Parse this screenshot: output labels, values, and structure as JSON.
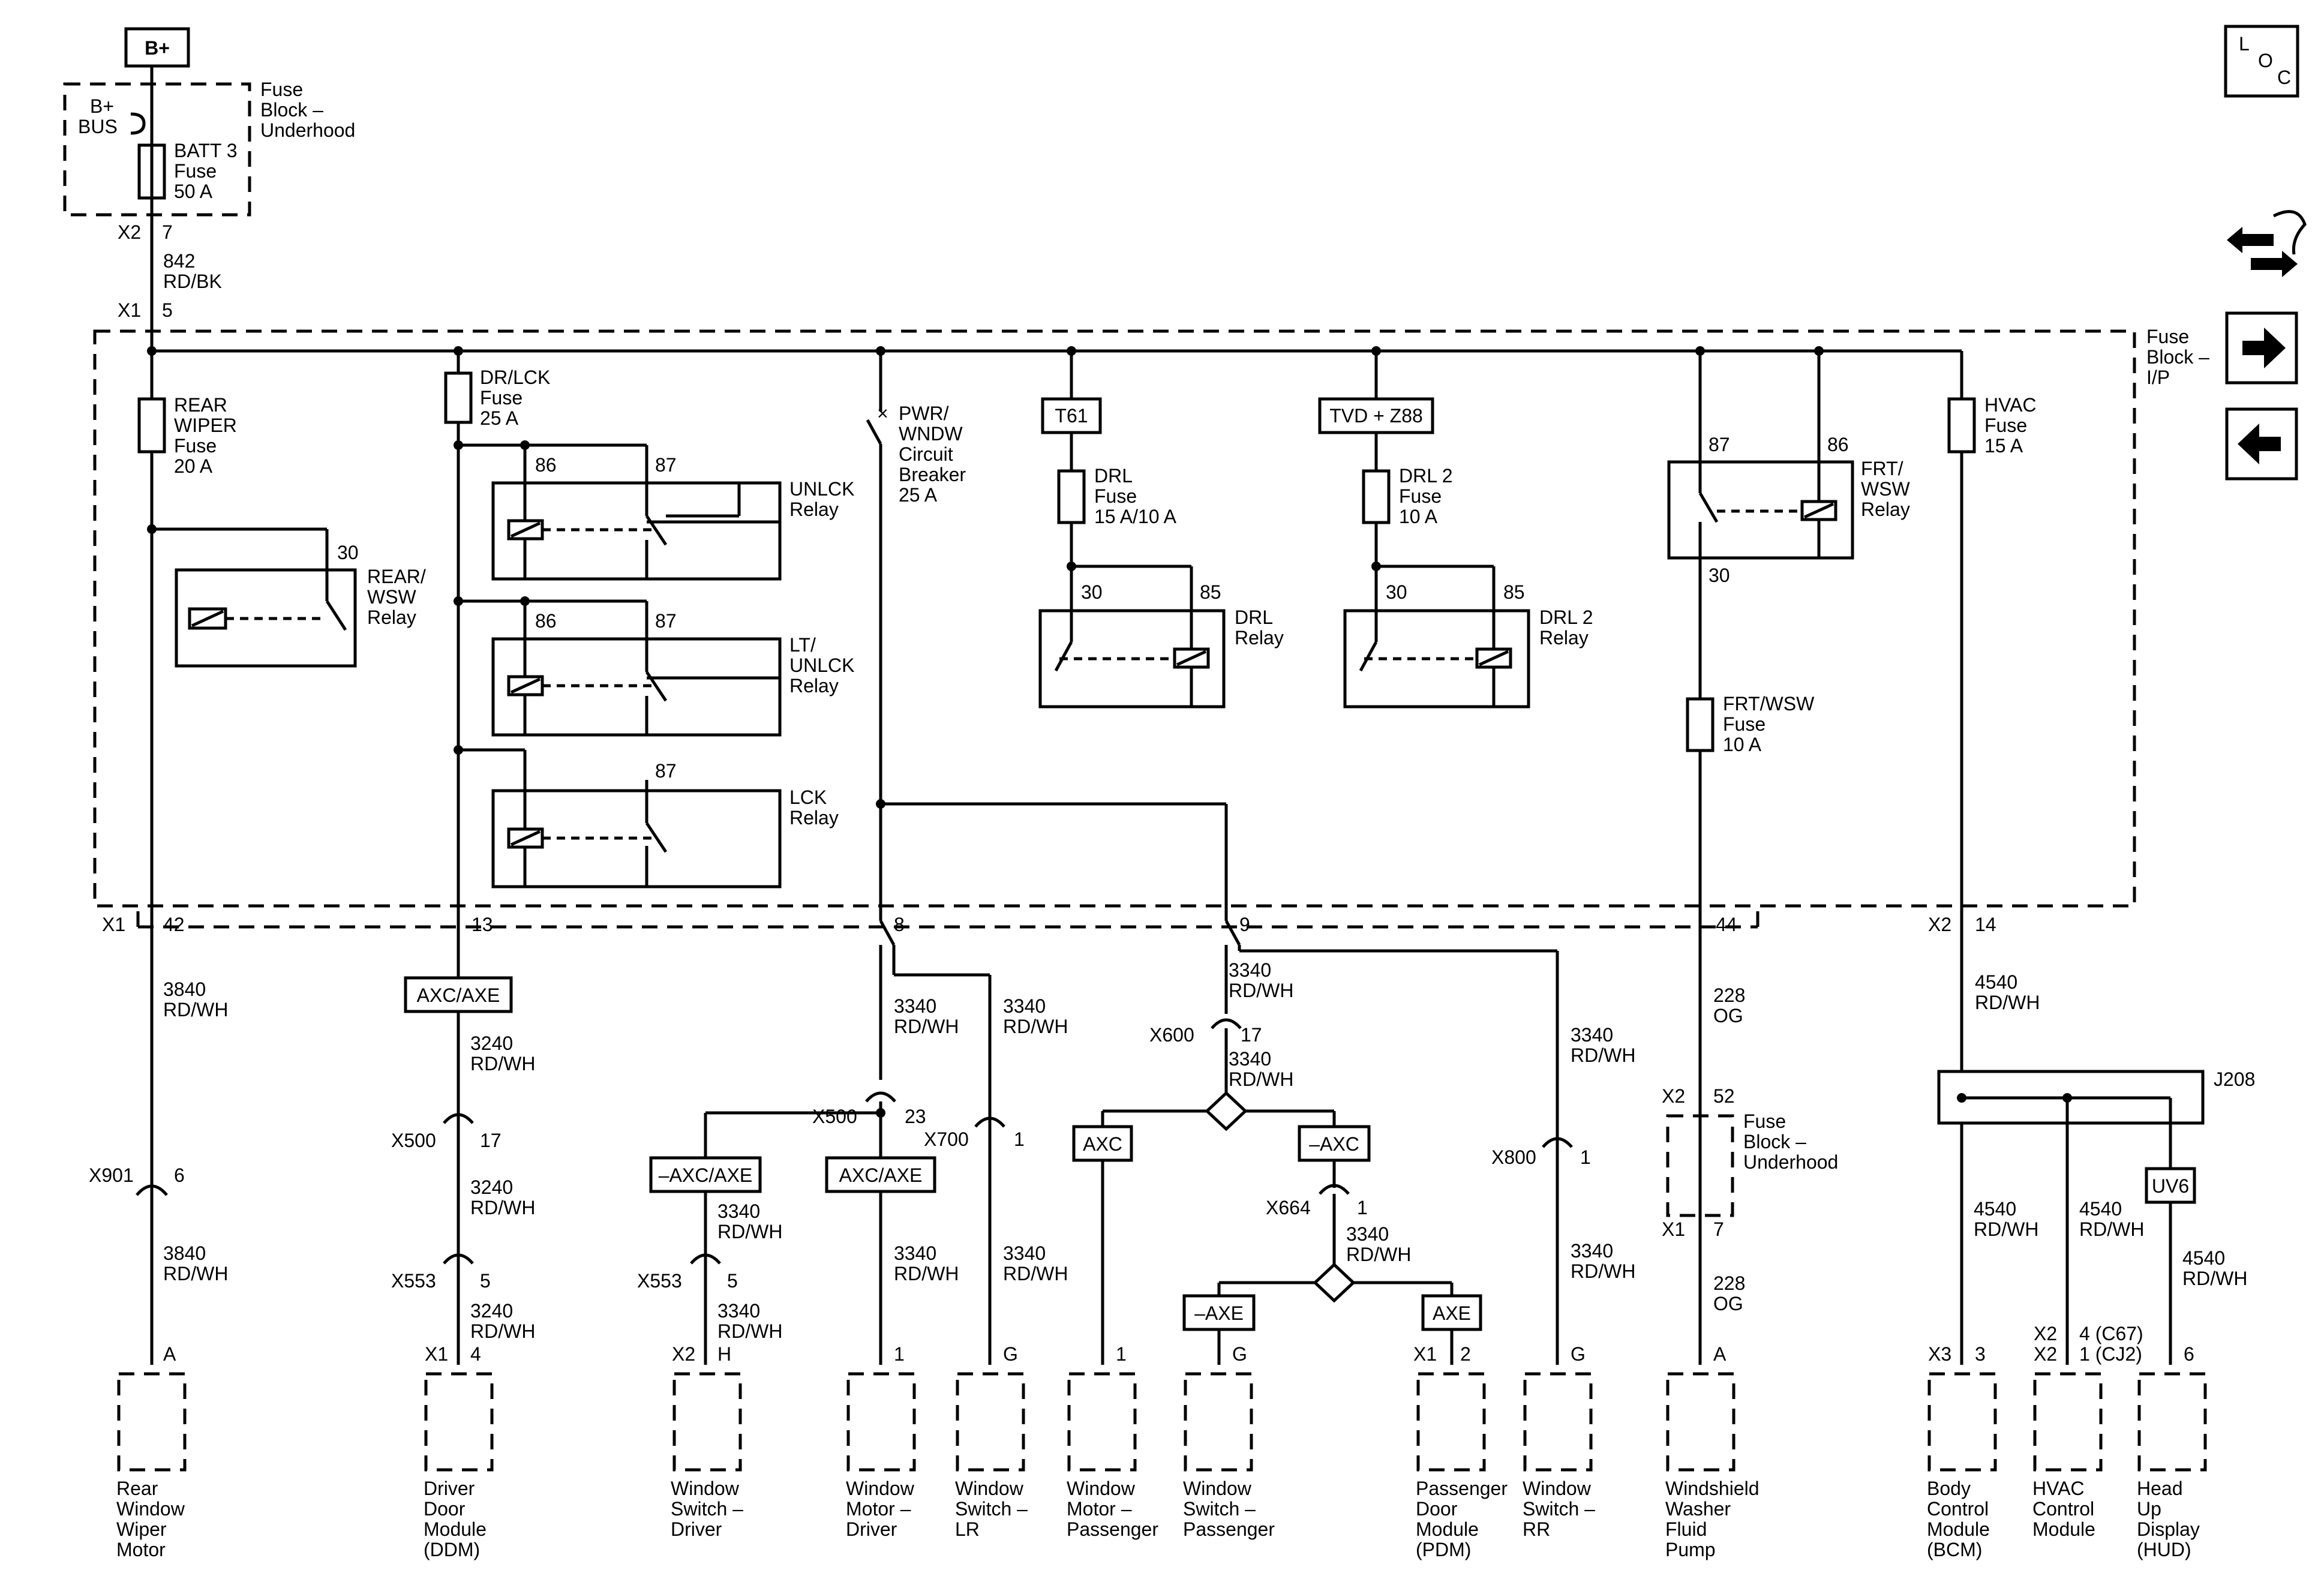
{
  "labels": {
    "bplus": "B+",
    "fb_underhood_1": "Fuse",
    "fb_underhood_2": "Block –",
    "fb_underhood_3": "Underhood",
    "bplus_bus_1": "B+",
    "bplus_bus_2": "BUS",
    "batt3_1": "BATT 3",
    "batt3_2": "Fuse",
    "batt3_3": "50 A",
    "x2": "X2",
    "pin7": "7",
    "w842_1": "842",
    "w842_2": "RD/BK",
    "x1": "X1",
    "pin5": "5",
    "fb_ip_1": "Fuse",
    "fb_ip_2": "Block –",
    "fb_ip_3": "I/P",
    "rear_wiper_1": "REAR",
    "rear_wiper_2": "WIPER",
    "rear_wiper_3": "Fuse",
    "rear_wiper_4": "20 A",
    "drlck_1": "DR/LCK",
    "drlck_2": "Fuse",
    "drlck_3": "25 A",
    "pwr_1": "PWR/",
    "pwr_2": "WNDW",
    "pwr_3": "Circuit",
    "pwr_4": "Breaker",
    "pwr_5": "25 A",
    "t61": "T61",
    "tvd": "TVD + Z88",
    "drl_fuse_1": "DRL",
    "drl_fuse_2": "Fuse",
    "drl_fuse_3": "15 A/10 A",
    "drl2_fuse_1": "DRL 2",
    "drl2_fuse_2": "Fuse",
    "drl2_fuse_3": "10 A",
    "hvac_fuse_1": "HVAC",
    "hvac_fuse_2": "Fuse",
    "hvac_fuse_3": "15 A",
    "p86": "86",
    "p87": "87",
    "p30": "30",
    "p85": "85",
    "unlck_1": "UNLCK",
    "unlck_2": "Relay",
    "lt_1": "LT/",
    "lt_2": "UNLCK",
    "lt_3": "Relay",
    "lck_1": "LCK",
    "lck_2": "Relay",
    "rearwsw_1": "REAR/",
    "rearwsw_2": "WSW",
    "rearwsw_3": "Relay",
    "drl_relay_1": "DRL",
    "drl_relay_2": "Relay",
    "drl2_relay_1": "DRL 2",
    "drl2_relay_2": "Relay",
    "frt_relay_1": "FRT/",
    "frt_relay_2": "WSW",
    "frt_relay_3": "Relay",
    "frt_fuse_1": "FRT/WSW",
    "frt_fuse_2": "Fuse",
    "frt_fuse_3": "10 A",
    "p42": "42",
    "p13": "13",
    "p8": "8",
    "p9": "9",
    "p44": "44",
    "p14": "14",
    "axcaxe": "AXC/AXE",
    "naxcaxe": "–AXC/AXE",
    "axc": "AXC",
    "naxc": "–AXC",
    "naxe": "–AXE",
    "axe": "AXE",
    "uv6": "UV6",
    "w3840_1": "3840",
    "w3840_2": "RD/WH",
    "w3240_1": "3240",
    "w3240_2": "RD/WH",
    "w3340_1": "3340",
    "w3340_2": "RD/WH",
    "w228_1": "228",
    "w228_2": "OG",
    "w4540_1": "4540",
    "w4540_2": "RD/WH",
    "x901": "X901",
    "p6": "6",
    "x500": "X500",
    "p17": "17",
    "p23": "23",
    "x553": "X553",
    "p5": "5",
    "x700": "X700",
    "p1": "1",
    "x600": "X600",
    "x664": "X664",
    "x800": "X800",
    "p52": "52",
    "j208": "J208",
    "pA": "A",
    "p4": "4",
    "pH": "H",
    "pG": "G",
    "p2": "2",
    "p3": "3",
    "x3": "X3",
    "p4c67": "4 (C67)",
    "p1cj2": "1 (CJ2)",
    "loc_l": "L",
    "loc_o": "O",
    "loc_c": "C",
    "comp_rear_1": "Rear",
    "comp_rear_2": "Window",
    "comp_rear_3": "Wiper",
    "comp_rear_4": "Motor",
    "comp_ddm_1": "Driver",
    "comp_ddm_2": "Door",
    "comp_ddm_3": "Module",
    "comp_ddm_4": "(DDM)",
    "comp_wsd_1": "Window",
    "comp_wsd_2": "Switch –",
    "comp_wsd_3": "Driver",
    "comp_wmd_1": "Window",
    "comp_wmd_2": "Motor –",
    "comp_wmd_3": "Driver",
    "comp_wslr_1": "Window",
    "comp_wslr_2": "Switch –",
    "comp_wslr_3": "LR",
    "comp_wmp_1": "Window",
    "comp_wmp_2": "Motor –",
    "comp_wmp_3": "Passenger",
    "comp_wsp_1": "Window",
    "comp_wsp_2": "Switch –",
    "comp_wsp_3": "Passenger",
    "comp_pdm_1": "Passenger",
    "comp_pdm_2": "Door",
    "comp_pdm_3": "Module",
    "comp_pdm_4": "(PDM)",
    "comp_wsrr_1": "Window",
    "comp_wsrr_2": "Switch –",
    "comp_wsrr_3": "RR",
    "comp_wwfp_1": "Windshield",
    "comp_wwfp_2": "Washer",
    "comp_wwfp_3": "Fluid",
    "comp_wwfp_4": "Pump",
    "comp_bcm_1": "Body",
    "comp_bcm_2": "Control",
    "comp_bcm_3": "Module",
    "comp_bcm_4": "(BCM)",
    "comp_hvac_1": "HVAC",
    "comp_hvac_2": "Control",
    "comp_hvac_3": "Module",
    "comp_hud_1": "Head",
    "comp_hud_2": "Up",
    "comp_hud_3": "Display",
    "comp_hud_4": "(HUD)"
  },
  "icons": [
    "location-icon",
    "harness-routing-icon",
    "next-page-arrow-icon",
    "previous-page-arrow-icon"
  ]
}
